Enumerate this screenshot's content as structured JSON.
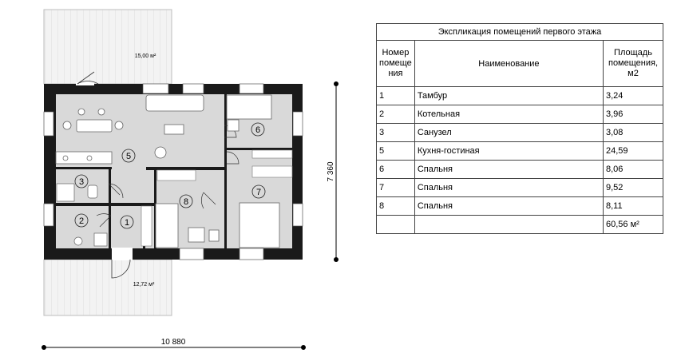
{
  "terrace_top_area": "15,00 м²",
  "terrace_bottom_area": "12,72 м²",
  "room_labels": [
    "1",
    "2",
    "3",
    "5",
    "6",
    "7",
    "8"
  ],
  "dim_width": "10 880",
  "dim_height": "7 360",
  "table": {
    "title": "Экспликация помещений первого этажа",
    "col_num": [
      "Номер",
      "помеще",
      "ния"
    ],
    "col_name": "Наименование",
    "col_area": [
      "Площадь",
      "помещения,",
      "м2"
    ],
    "rows": [
      {
        "num": "1",
        "name": "Тамбур",
        "area": "3,24"
      },
      {
        "num": "2",
        "name": "Котельная",
        "area": "3,96"
      },
      {
        "num": "3",
        "name": "Санузел",
        "area": "3,08"
      },
      {
        "num": "5",
        "name": "Кухня-гостиная",
        "area": "24,59"
      },
      {
        "num": "6",
        "name": "Спальня",
        "area": "8,06"
      },
      {
        "num": "7",
        "name": "Спальня",
        "area": "9,52"
      },
      {
        "num": "8",
        "name": "Спальня",
        "area": "8,11"
      }
    ],
    "total": "60,56 м²"
  }
}
